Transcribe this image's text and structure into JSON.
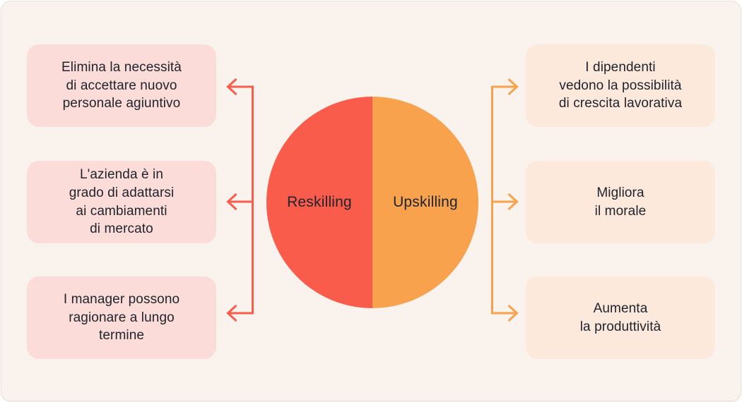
{
  "colors": {
    "page_bg": "#FFFFFF",
    "card_bg": "#FAF2EC",
    "card_border": "#EAE2DB",
    "reskilling": "#FA5C4B",
    "upskilling": "#F9A24D",
    "reskilling_box_bg": "#FBDCD8",
    "upskilling_box_bg": "#FCE9DC",
    "text": "#20242E"
  },
  "venn": {
    "left_label": "Reskilling",
    "right_label": "Upskilling"
  },
  "benefits": {
    "reskilling": [
      "Elimina la necessità\ndi accettare nuovo\npersonale agiuntivo",
      "L'azienda è in\ngrado di adattarsi\nai cambiamenti\ndi mercato",
      "I manager possono\nragionare a lungo\ntermine"
    ],
    "upskilling": [
      "I dipendenti\nvedono la possibilità\ndi crescita lavorativa",
      "Migliora\nil morale",
      "Aumenta\nla produttività"
    ]
  }
}
